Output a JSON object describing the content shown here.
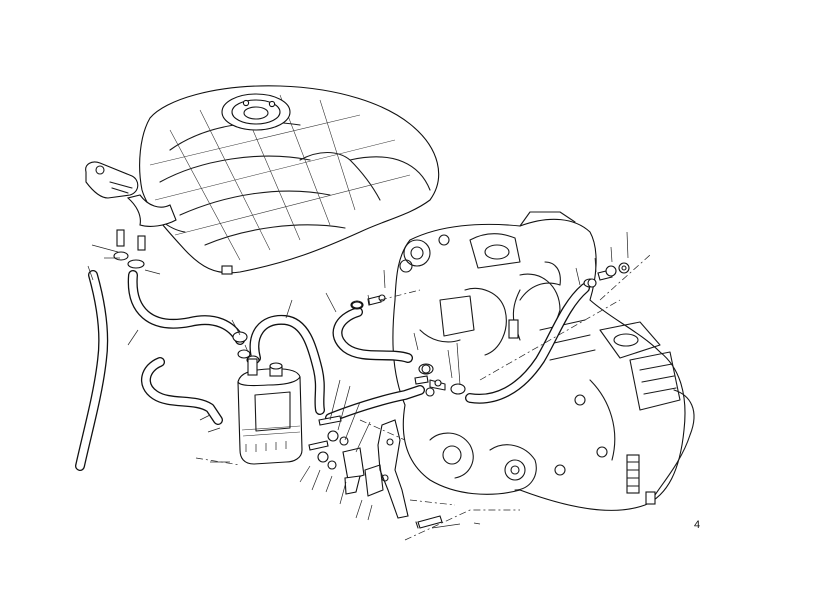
{
  "page": {
    "number": "4"
  },
  "parts": [
    {
      "name": "fuel-tank"
    },
    {
      "name": "tank-front-bracket"
    },
    {
      "name": "carbon-canister"
    },
    {
      "name": "vent-hose-left-vertical"
    },
    {
      "name": "breather-hose-upper"
    },
    {
      "name": "breather-hose-lower"
    },
    {
      "name": "canister-hose-up"
    },
    {
      "name": "purge-hose-left"
    },
    {
      "name": "purge-hose-right"
    },
    {
      "name": "canister-mounting-bracket"
    },
    {
      "name": "engine-assembly"
    }
  ]
}
